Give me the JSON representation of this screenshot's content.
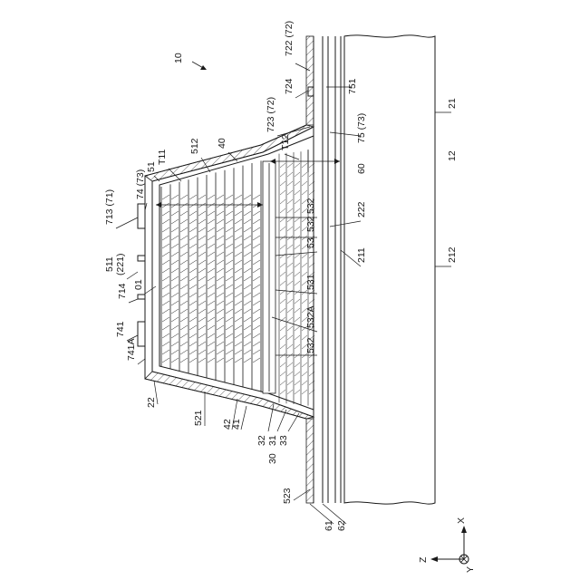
{
  "figure": {
    "ref_number": "10",
    "axes": {
      "x": "X",
      "y": "Y",
      "z": "Z"
    },
    "labels": [
      "722 (72)",
      "724",
      "751",
      "723 (72)",
      "21",
      "75 (73)",
      "T12",
      "40",
      "512",
      "T11",
      "60",
      "12",
      "51",
      "74 (73)",
      "532",
      "532",
      "222",
      "713 (71)",
      "53",
      "511",
      "(221)",
      "211",
      "212",
      "01",
      "714",
      "531",
      "741",
      "741A",
      "532A",
      "532",
      "22",
      "521",
      "42",
      "41",
      "32",
      "31",
      "33",
      "30",
      "523",
      "61",
      "62"
    ]
  }
}
